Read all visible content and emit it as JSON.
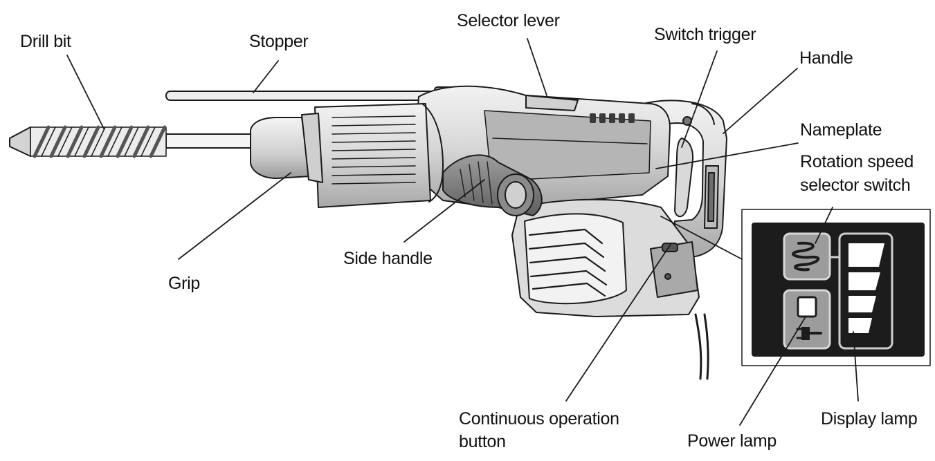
{
  "labels": {
    "drill_bit": "Drill bit",
    "stopper": "Stopper",
    "selector_lever": "Selector lever",
    "switch_trigger": "Switch trigger",
    "handle": "Handle",
    "nameplate": "Nameplate",
    "rotation_speed_line1": "Rotation speed",
    "rotation_speed_line2": "selector switch",
    "grip": "Grip",
    "side_handle": "Side handle",
    "continuous_line1": "Continuous operation",
    "continuous_line2": "button",
    "power_lamp": "Power lamp",
    "display_lamp": "Display lamp"
  },
  "colors": {
    "outline": "#1a1a1a",
    "body_light": "#e6e6e6",
    "body_mid": "#c4c4c4",
    "body_dark": "#8c8c8c",
    "panel_dark": "#1c1c1c"
  },
  "icons": [
    "drill-spiral-icon",
    "power-plug-icon"
  ]
}
